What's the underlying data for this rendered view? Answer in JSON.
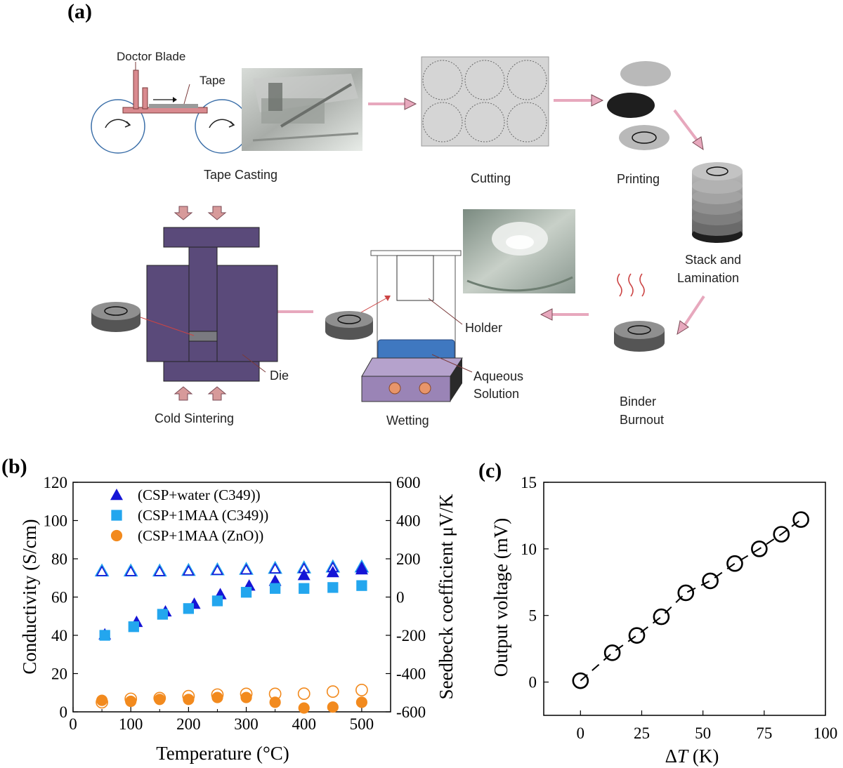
{
  "panel_labels": {
    "a": "(a)",
    "b": "(b)",
    "c": "(c)"
  },
  "process": {
    "doctor_blade": "Doctor Blade",
    "tape": "Tape",
    "tape_casting": "Tape Casting",
    "cutting": "Cutting",
    "printing": "Printing",
    "stack_line1": "Stack and",
    "stack_line2": "Lamination",
    "binder_line1": "Binder",
    "binder_line2": "Burnout",
    "holder": "Holder",
    "aqueous_line1": "Aqueous",
    "aqueous_line2": "Solution",
    "wetting": "Wetting",
    "die": "Die",
    "cold_sintering": "Cold Sintering"
  },
  "colors": {
    "arrow": "#e7a8bd",
    "arrow_stroke": "#7a4a55",
    "die": "#5a4a7a",
    "solution": "#3f78c0",
    "hotplate": "#9a84b6",
    "heater_dot": "#e8956a",
    "disk": "#8a8a8a",
    "blue_triangle": "#1515d6",
    "light_blue_square": "#23a6ee",
    "orange_circle": "#f28a1e"
  },
  "chart_data": [
    {
      "type": "scatter",
      "xlabel": "Temperature (°C)",
      "ylabel": "Conductivity (S/cm)",
      "y2label": "Seedbeck coefficient μV/K",
      "xlim": [
        0,
        550
      ],
      "ylim": [
        0,
        120
      ],
      "y2lim": [
        -600,
        600
      ],
      "xticks": [
        "0",
        "100",
        "200",
        "300",
        "400",
        "500"
      ],
      "yticks": [
        "0",
        "20",
        "40",
        "60",
        "80",
        "100",
        "120"
      ],
      "y2ticks": [
        "-600",
        "-400",
        "-200",
        "0",
        "200",
        "400",
        "600"
      ],
      "legend_position": "top-left",
      "series": [
        {
          "name": "(CSP+water   (C349))",
          "marker": "triangle",
          "filled": true,
          "axis": "left",
          "x": [
            55,
            110,
            160,
            210,
            255,
            305,
            350,
            400,
            450,
            500
          ],
          "y": [
            40.5,
            47,
            52.5,
            56.5,
            61.5,
            66,
            68.5,
            71.5,
            73,
            74.5
          ]
        },
        {
          "name": "(CSP+1MAA (C349))",
          "marker": "square",
          "filled": true,
          "axis": "left",
          "x": [
            55,
            105,
            155,
            200,
            250,
            300,
            350,
            400,
            450,
            500
          ],
          "y": [
            40,
            44.5,
            51,
            54,
            58,
            62.5,
            64.5,
            64.5,
            65,
            66
          ]
        },
        {
          "name": "(CSP+1MAA (ZnO))",
          "marker": "circle",
          "filled": true,
          "axis": "left",
          "x": [
            50,
            100,
            150,
            200,
            250,
            300,
            350,
            400,
            450,
            500
          ],
          "y": [
            6,
            5.5,
            6.5,
            6.5,
            7.5,
            7.5,
            5,
            2,
            2.5,
            5
          ]
        },
        {
          "name": "",
          "marker": "triangle",
          "filled": false,
          "axis": "right",
          "x": [
            50,
            100,
            150,
            200,
            250,
            300,
            350,
            400,
            450,
            500
          ],
          "y": [
            137,
            137,
            137,
            140,
            143,
            146,
            151,
            153,
            158,
            158
          ]
        },
        {
          "name": "",
          "marker": "circle",
          "filled": false,
          "axis": "right",
          "x": [
            50,
            100,
            150,
            200,
            250,
            300,
            350,
            400,
            450,
            500
          ],
          "y": [
            -550,
            -532,
            -528,
            -518,
            -510,
            -506,
            -506,
            -505,
            -494,
            -486
          ]
        }
      ]
    },
    {
      "type": "line",
      "xlabel": "ΔT (K)",
      "xlabel_prefix": "Δ",
      "xlabel_var": "T",
      "xlabel_suffix": " (K)",
      "ylabel": "Output voltage (mV)",
      "xlim": [
        -15,
        100
      ],
      "ylim": [
        -2.5,
        15
      ],
      "xticks": [
        "0",
        "25",
        "50",
        "75",
        "100"
      ],
      "yticks": [
        "0",
        "5",
        "10",
        "15"
      ],
      "series": [
        {
          "marker": "open-circle",
          "line": "dashed",
          "x": [
            0,
            13,
            23,
            33,
            43,
            53,
            63,
            73,
            82,
            90
          ],
          "y": [
            0.1,
            2.2,
            3.5,
            4.9,
            6.7,
            7.6,
            8.9,
            10.0,
            11.1,
            12.2
          ]
        }
      ]
    }
  ]
}
